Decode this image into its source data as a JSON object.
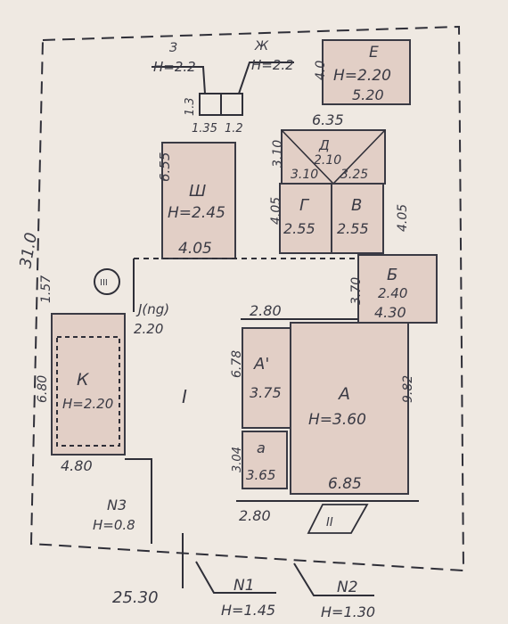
{
  "plot": {
    "total_length": "31.0",
    "bottom_width": "25.30",
    "side_dim": "1.57"
  },
  "buildings": {
    "E": {
      "letter": "E",
      "height": "H=2.20",
      "width": "5.20",
      "side": "4.0"
    },
    "D": {
      "letter": "Д",
      "height": "2.10",
      "left": "3.10",
      "right": "3.25",
      "top": "6.35",
      "side": "3.10"
    },
    "G": {
      "letter": "Г",
      "width": "2.55"
    },
    "V": {
      "letter": "В",
      "width": "2.55"
    },
    "GV": {
      "side_left": "4.05",
      "side_right": "4.05"
    },
    "sh": {
      "letter": "Ш",
      "height": "H=2.45",
      "width": "4.05",
      "side": "6.55"
    },
    "B": {
      "letter": "Б",
      "height": "2.40",
      "width": "4.30",
      "side": "3.70"
    },
    "A": {
      "letter": "А",
      "height": "H=3.60",
      "width": "6.85",
      "side": "9.82"
    },
    "A1": {
      "letter": "А'",
      "value": "3.75",
      "side": "6.78"
    },
    "a": {
      "letter": "а",
      "value": "3.65",
      "side": "3.04"
    },
    "K": {
      "letter": "К",
      "height": "H=2.20",
      "width": "4.80",
      "side": "6.80"
    },
    "J": {
      "label": "J(ng)",
      "width": "2.20"
    },
    "I": {
      "label": "I"
    },
    "porch": {
      "width": "2.80"
    },
    "II": {
      "label": "II"
    },
    "top_dim": "2.80"
  },
  "walls": {
    "Z": {
      "letter": "З",
      "height": "H=2.2"
    },
    "Zh": {
      "letter": "Ж",
      "height": "H=2.2"
    },
    "small_left": "1.35",
    "small_right": "1.2",
    "small_side": "1.3"
  },
  "fences": {
    "N1": {
      "label": "N1",
      "height": "H=1.45"
    },
    "N2": {
      "label": "N2",
      "height": "H=1.30"
    },
    "N3": {
      "label": "N3",
      "height": "H=0.8"
    }
  },
  "markers": {
    "well": "III"
  }
}
